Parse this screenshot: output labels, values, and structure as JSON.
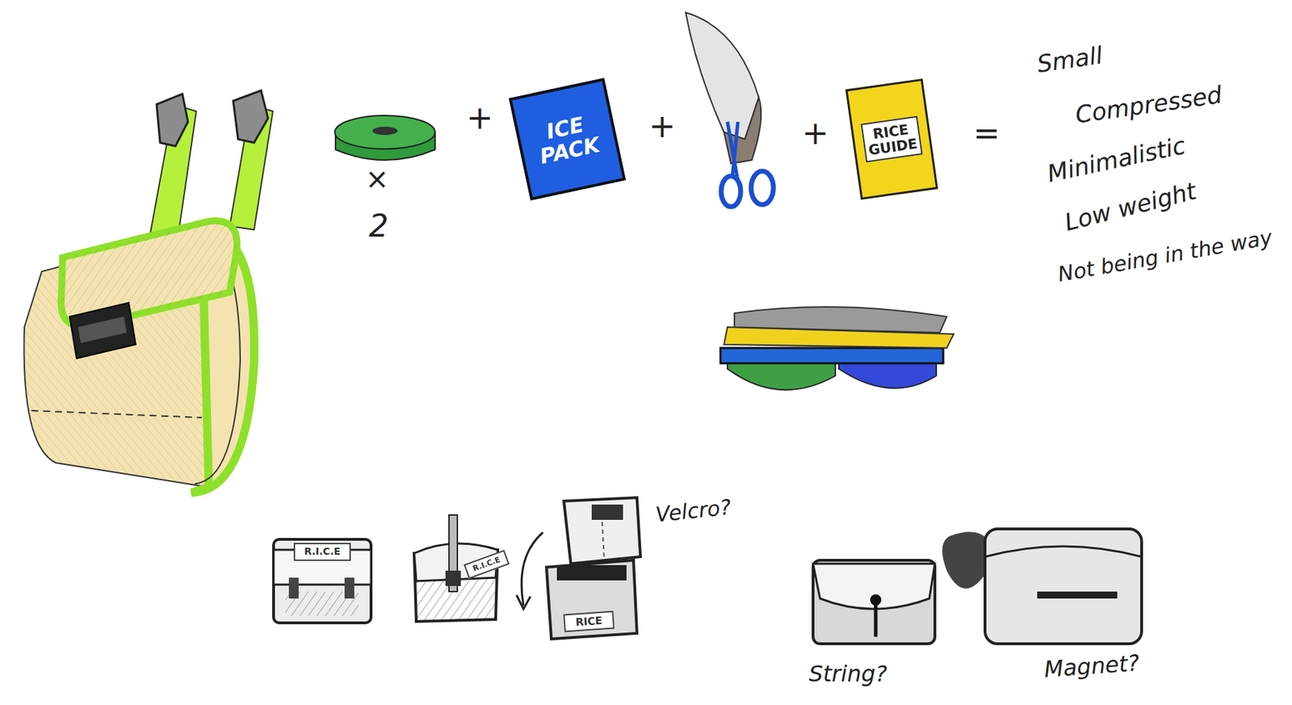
{
  "diagram": {
    "nodes": [
      {
        "text": [
          "ICE PACK"
        ]
      },
      {
        "text": [
          "RICE GUIDE"
        ]
      },
      {
        "text": [
          "R.I.C.E"
        ]
      },
      {
        "text": [
          "R.I.C.E"
        ]
      },
      {
        "text": [
          "RICE"
        ]
      }
    ],
    "labels": [
      "×",
      "2",
      "+",
      "+",
      "+",
      "=",
      "Small",
      "Compressed",
      "Minimalistic",
      "Low weight",
      "Not being in the way",
      "Velcro?",
      "String?",
      "Magnet?"
    ]
  }
}
